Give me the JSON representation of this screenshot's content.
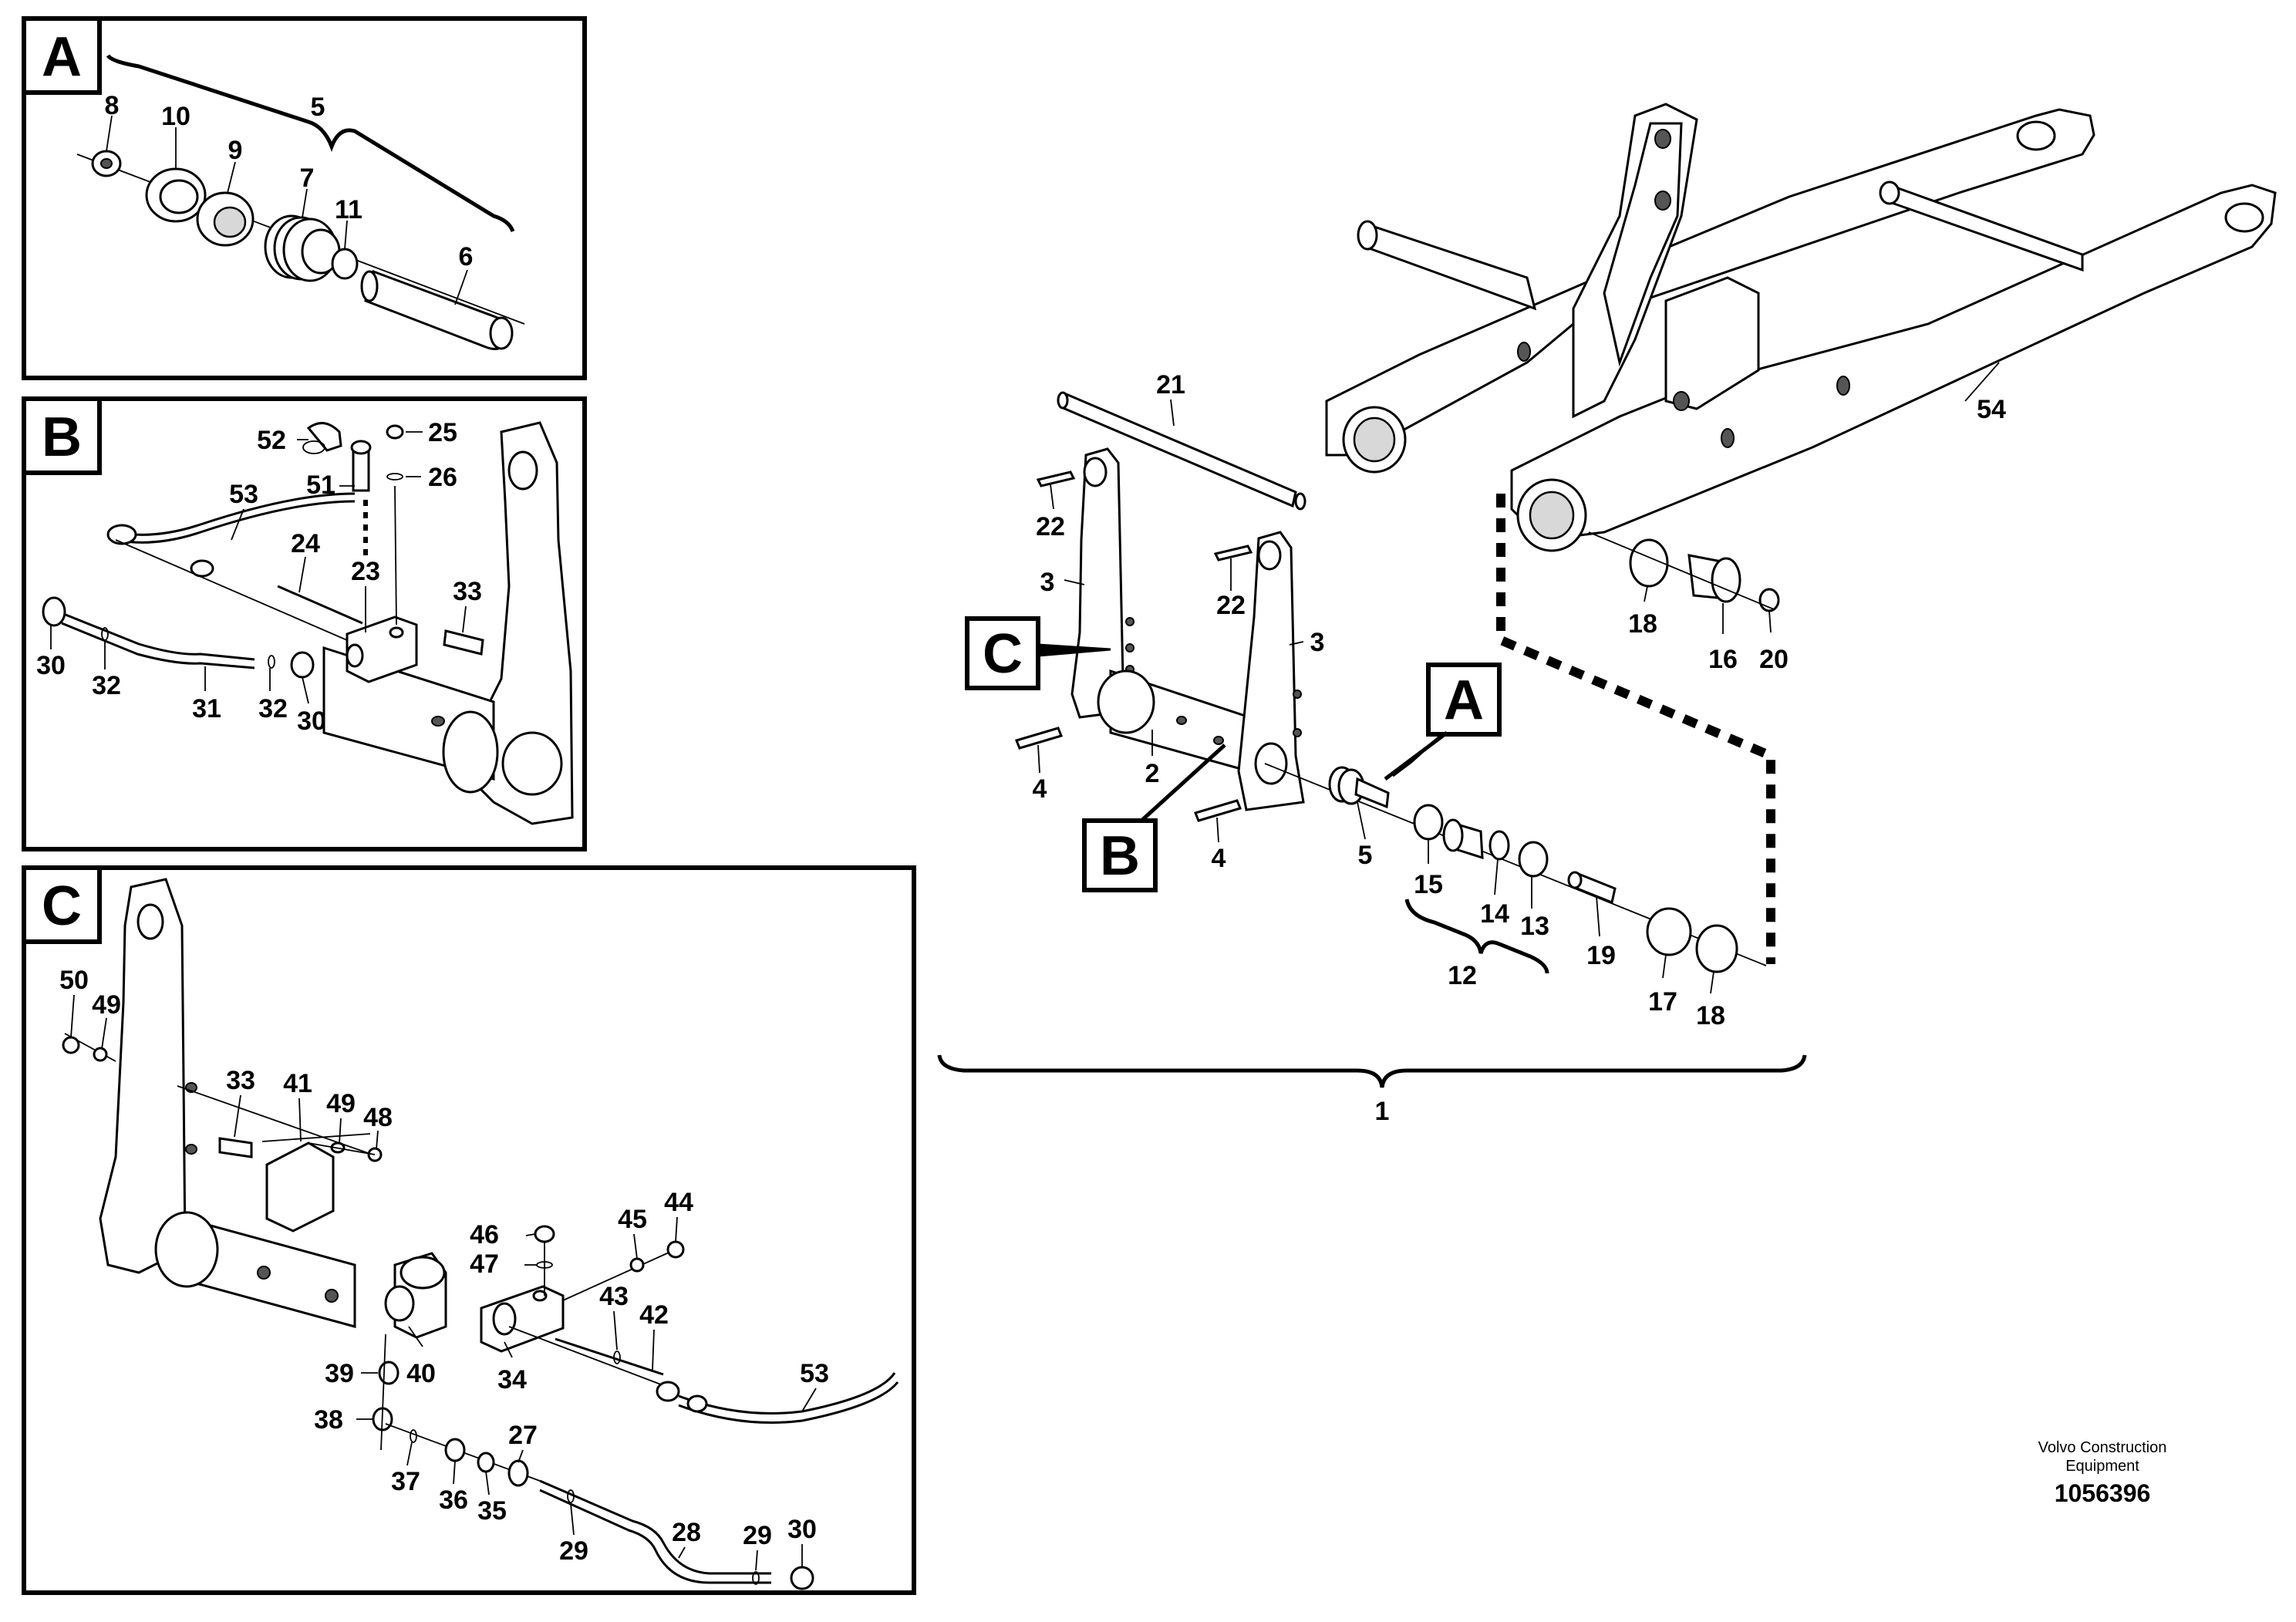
{
  "panel_tags": {
    "a": "A",
    "b": "B",
    "c": "C"
  },
  "main_tags": {
    "a": "A",
    "b": "B",
    "c": "C"
  },
  "callouts": {
    "a": [
      "8",
      "10",
      "9",
      "7",
      "5",
      "11",
      "6"
    ],
    "b": [
      "52",
      "25",
      "51",
      "26",
      "53",
      "24",
      "23",
      "33",
      "30",
      "32",
      "31",
      "32",
      "30"
    ],
    "c": [
      "50",
      "49",
      "33",
      "41",
      "49",
      "48",
      "46",
      "45",
      "44",
      "47",
      "43",
      "42",
      "39",
      "40",
      "34",
      "53",
      "38",
      "27",
      "37",
      "36",
      "35",
      "29",
      "28",
      "29",
      "30"
    ],
    "main": [
      "21",
      "54",
      "22",
      "22",
      "3",
      "3",
      "4",
      "2",
      "4",
      "5",
      "18",
      "16",
      "20",
      "15",
      "14",
      "13",
      "12",
      "19",
      "17",
      "18",
      "1"
    ]
  },
  "footer": {
    "brand_line1": "Volvo Construction",
    "brand_line2": "Equipment",
    "doc_number": "1056396"
  }
}
